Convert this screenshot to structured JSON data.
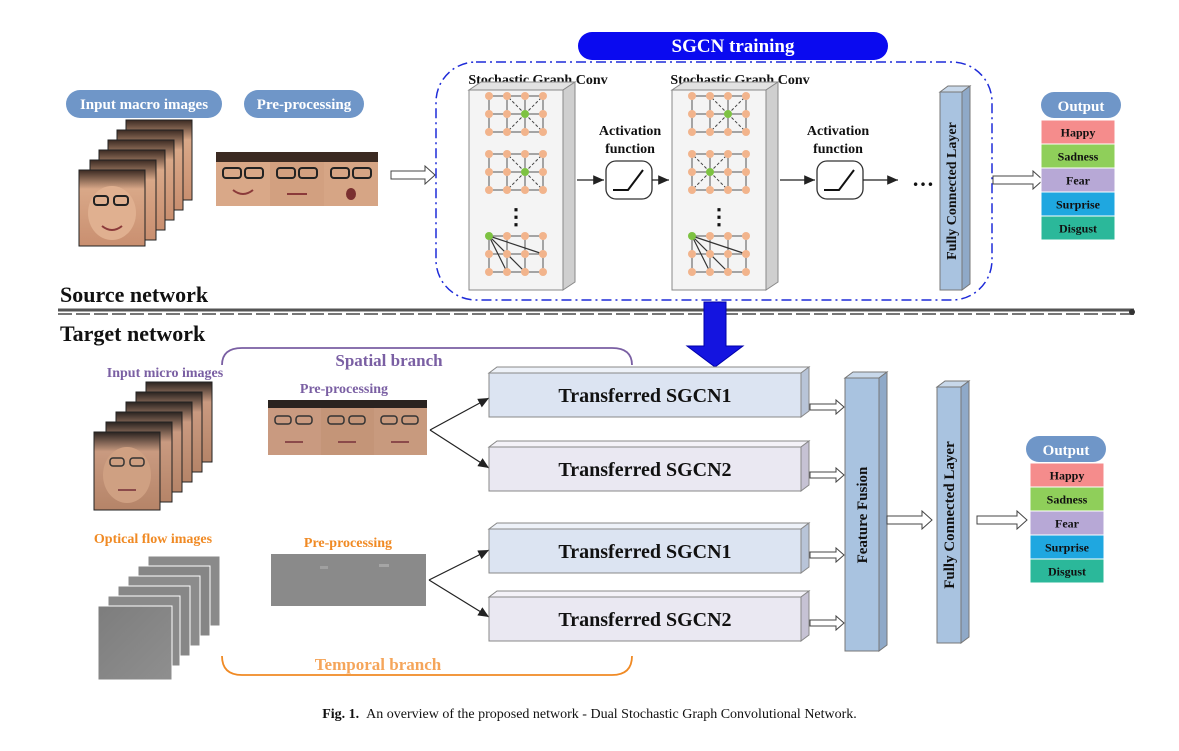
{
  "source": {
    "input_label": "Input macro images",
    "preprocessing_label": "Pre-processing",
    "section_label": "Source network",
    "sgcn_training_label": "SGCN training",
    "sgc_label_1": "Stochastic Graph Conv",
    "sgc_label_2": "Stochastic Graph Conv",
    "activation_label_1a": "Activation",
    "activation_label_1b": "function",
    "activation_label_2a": "Activation",
    "activation_label_2b": "function",
    "ellipsis": "…",
    "vertical_dots": "⋮",
    "fc_label": "Fully Connected Layer",
    "output_title": "Output",
    "outputs": [
      {
        "label": "Happy",
        "color": "#F58C8C"
      },
      {
        "label": "Sadness",
        "color": "#8FCF5A"
      },
      {
        "label": "Fear",
        "color": "#B7A8D6"
      },
      {
        "label": "Surprise",
        "color": "#1FA7E0"
      },
      {
        "label": "Disgust",
        "color": "#2BB89A"
      }
    ]
  },
  "target": {
    "section_label": "Target network",
    "input_micro_label": "Input micro images",
    "spatial_branch_label": "Spatial branch",
    "spatial_preprocessing_label": "Pre-processing",
    "optical_flow_label": "Optical flow images",
    "temporal_preprocessing_label": "Pre-processing",
    "temporal_branch_label": "Temporal branch",
    "sgcn_boxes": [
      "Transferred SGCN1",
      "Transferred SGCN2",
      "Transferred SGCN1",
      "Transferred SGCN2"
    ],
    "feature_fusion_label": "Feature Fusion",
    "fc_label": "Fully Connected Layer",
    "output_title": "Output",
    "outputs": [
      {
        "label": "Happy",
        "color": "#F58C8C"
      },
      {
        "label": "Sadness",
        "color": "#8FCF5A"
      },
      {
        "label": "Fear",
        "color": "#B7A8D6"
      },
      {
        "label": "Surprise",
        "color": "#1FA7E0"
      },
      {
        "label": "Disgust",
        "color": "#2BB89A"
      }
    ]
  },
  "caption": {
    "prefix": "Fig. 1.",
    "text": "An overview of the proposed network - Dual Stochastic Graph Convolutional Network."
  },
  "colors": {
    "pill_blue": "#6F96C8",
    "sgcn_training_blue": "#0A0AF0",
    "spatial_purple": "#7A5FA3",
    "temporal_orange": "#F08A24",
    "layer_fill": "#A9C3E0",
    "sgcn_box_fill": "#DCE4F2",
    "node_orange": "#F2B48C",
    "node_green": "#7DC242"
  }
}
